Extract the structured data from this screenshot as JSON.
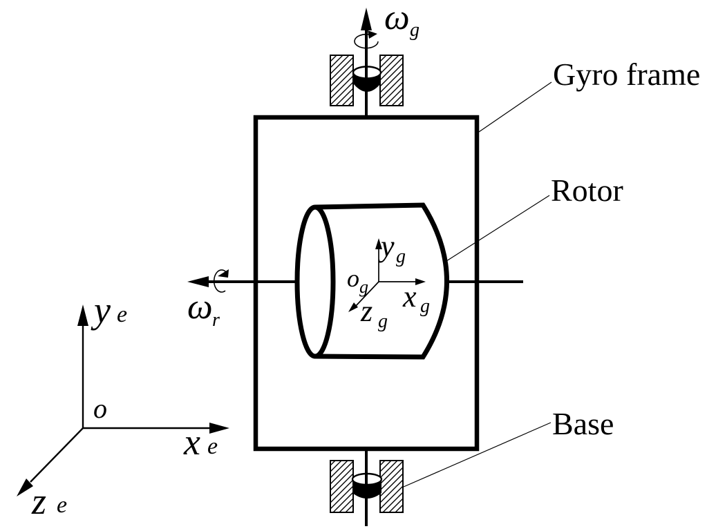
{
  "colors": {
    "ink": "#000000",
    "paper": "#ffffff"
  },
  "callouts": {
    "gyro_frame": "Gyro frame",
    "rotor": "Rotor",
    "base": "Base"
  },
  "angular_velocity": {
    "gimbal": {
      "symbol": "ω",
      "subscript": "g"
    },
    "rotor": {
      "symbol": "ω",
      "subscript": "r"
    }
  },
  "earth_frame": {
    "origin": "o",
    "x_axis": {
      "letter": "x",
      "subscript": "e"
    },
    "y_axis": {
      "letter": "y",
      "subscript": "e"
    },
    "z_axis": {
      "letter": "z",
      "subscript": "e"
    }
  },
  "gyro_axes": {
    "origin": {
      "letter": "o",
      "subscript": "g"
    },
    "x_axis": {
      "letter": "x",
      "subscript": "g"
    },
    "y_axis": {
      "letter": "y",
      "subscript": "g"
    },
    "z_axis": {
      "letter": "z",
      "subscript": "g"
    }
  }
}
